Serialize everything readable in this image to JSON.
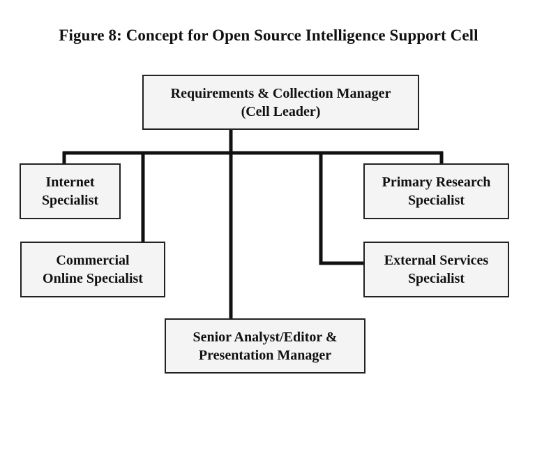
{
  "figure": {
    "title": "Figure 8: Concept for Open Source Intelligence Support Cell"
  },
  "nodes": {
    "leader": {
      "line1": "Requirements & Collection Manager",
      "line2": "(Cell Leader)"
    },
    "internet": {
      "line1": "Internet",
      "line2": "Specialist"
    },
    "commercial": {
      "line1": "Commercial",
      "line2": "Online Specialist"
    },
    "primary": {
      "line1": "Primary Research",
      "line2": "Specialist"
    },
    "external": {
      "line1": "External Services",
      "line2": "Specialist"
    },
    "senior": {
      "line1": "Senior Analyst/Editor &",
      "line2": "Presentation Manager"
    }
  },
  "colors": {
    "box_fill": "#f4f4f4",
    "box_border": "#222222",
    "connector": "#111111",
    "text": "#111111"
  }
}
